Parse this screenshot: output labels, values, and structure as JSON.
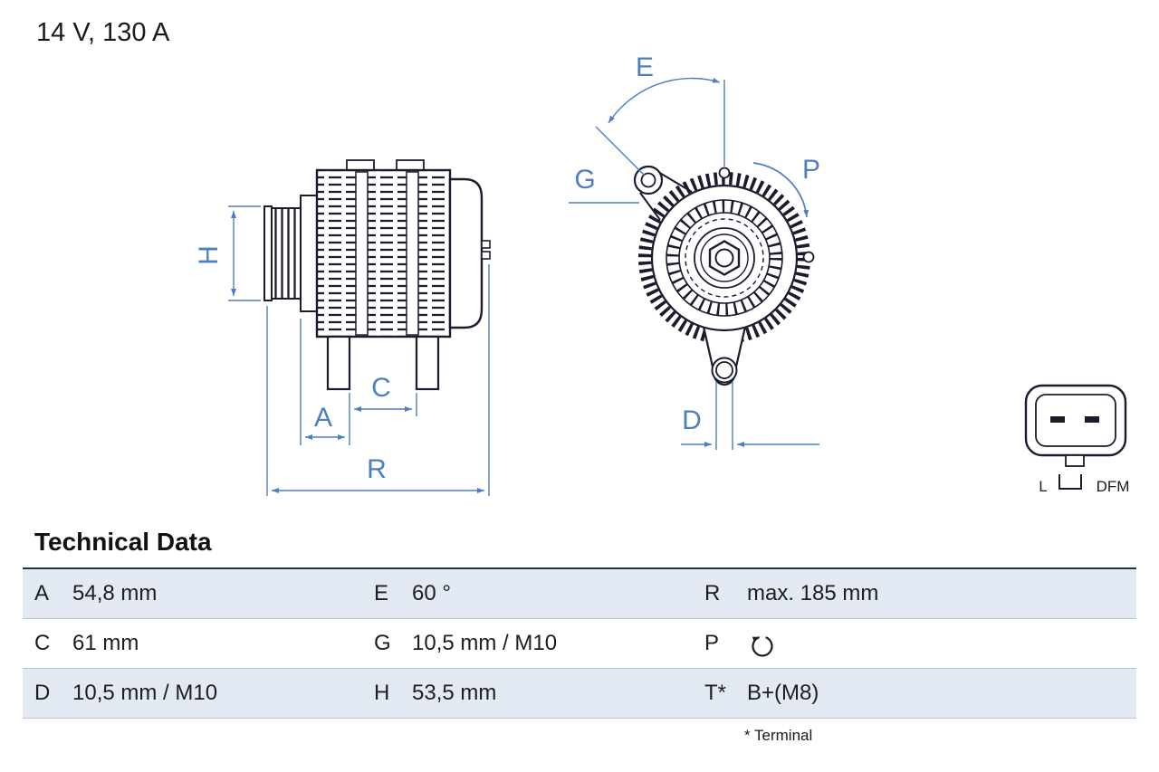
{
  "header": {
    "spec": "14 V, 130 A"
  },
  "diagram": {
    "colors": {
      "dimension": "#4d7fc0",
      "line": "#1b1b2e",
      "row_shade": "#e3e9f2"
    },
    "side_view": {
      "labels": {
        "h": "H",
        "a": "A",
        "c": "C",
        "r": "R"
      }
    },
    "front_view": {
      "labels": {
        "e": "E",
        "g": "G",
        "p": "P",
        "d": "D"
      }
    },
    "connector": {
      "pin_left": "L",
      "pin_right": "DFM"
    }
  },
  "technical_data": {
    "title": "Technical Data",
    "rows": [
      {
        "cells": [
          {
            "key": "A",
            "value": "54,8 mm"
          },
          {
            "key": "E",
            "value": "60 °"
          },
          {
            "key": "R",
            "value": "max. 185 mm"
          }
        ]
      },
      {
        "cells": [
          {
            "key": "C",
            "value": "61 mm"
          },
          {
            "key": "G",
            "value": "10,5 mm / M10"
          },
          {
            "key": "P",
            "value": "",
            "icon": "rotation-direction-icon"
          }
        ]
      },
      {
        "cells": [
          {
            "key": "D",
            "value": "10,5 mm / M10"
          },
          {
            "key": "H",
            "value": "53,5 mm"
          },
          {
            "key": "T*",
            "value": "B+(M8)"
          }
        ]
      }
    ],
    "footnote": "* Terminal"
  }
}
